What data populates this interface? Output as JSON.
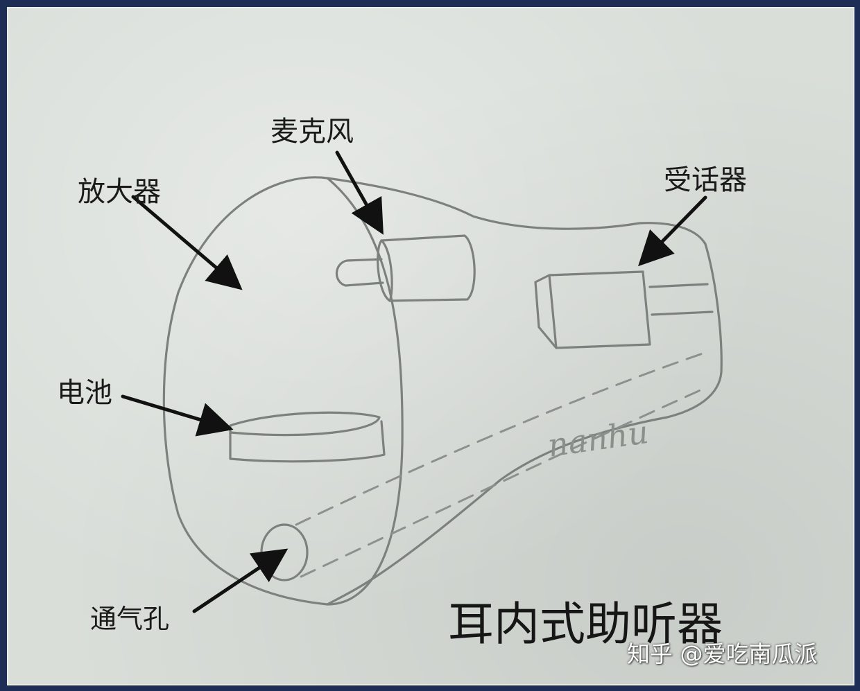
{
  "diagram": {
    "title": "耳内式助听器",
    "labels": {
      "microphone": "麦克风",
      "amplifier": "放大器",
      "receiver": "受话器",
      "battery": "电池",
      "vent": "通气孔"
    },
    "signature": "nanhu",
    "watermark": "知乎 @爱吃南瓜派"
  },
  "colors": {
    "frame": "#1d2d55",
    "paper": "#d9ded9",
    "pencil": "#7d817d",
    "ink": "#1a1a1a"
  }
}
